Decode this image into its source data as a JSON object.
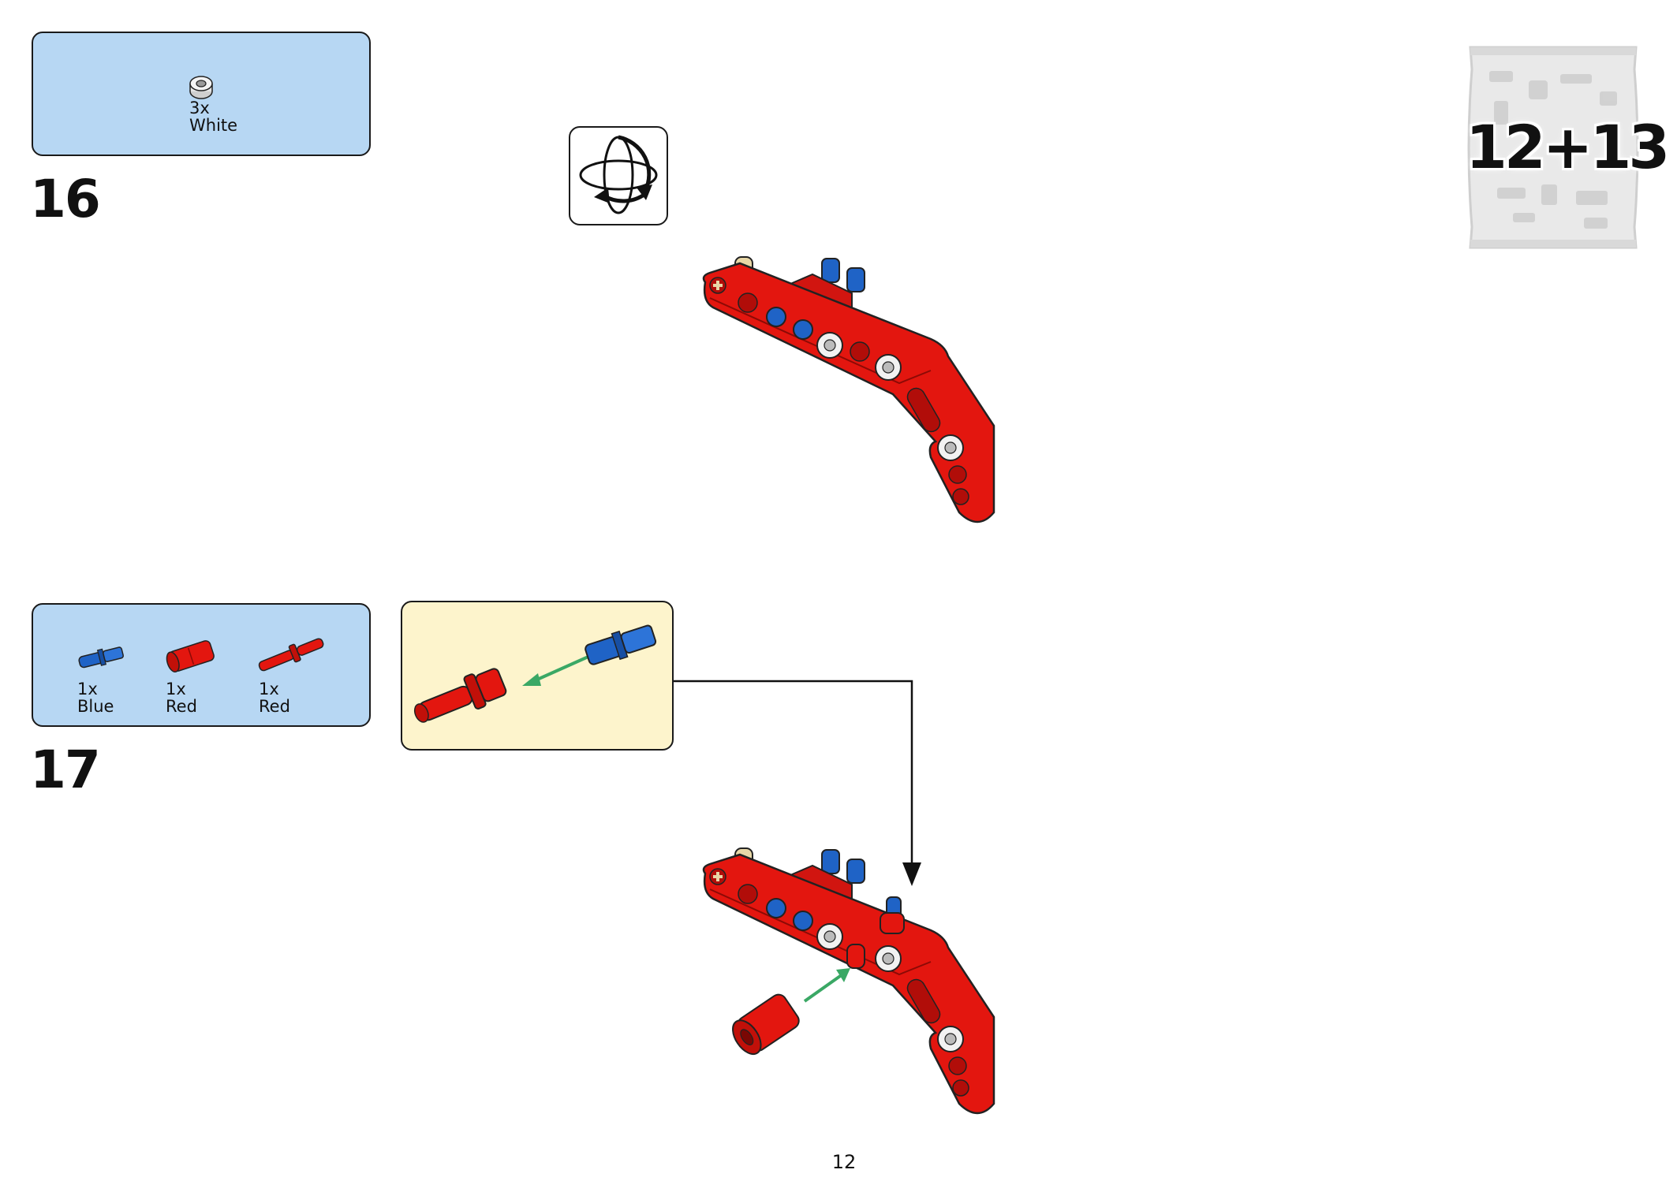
{
  "bag": {
    "label": "12+13"
  },
  "steps": [
    {
      "number": "16",
      "parts": [
        {
          "qty": "3x",
          "color": "White",
          "icon": "white-bush-icon"
        }
      ]
    },
    {
      "number": "17",
      "parts": [
        {
          "qty": "1x",
          "color": "Blue",
          "icon": "blue-axle-pin-icon"
        },
        {
          "qty": "1x",
          "color": "Red",
          "icon": "red-pin-connector-icon"
        },
        {
          "qty": "1x",
          "color": "Red",
          "icon": "red-long-pin-icon"
        }
      ]
    }
  ],
  "colors": {
    "parts_box": "#b7d7f3",
    "subassembly_box": "#fdf4cc",
    "brick_red": "#e3160f",
    "pin_blue": "#1f63c6",
    "tan": "#e8d7a6",
    "arrow_green": "#3aa865"
  },
  "page": {
    "number": "12"
  }
}
